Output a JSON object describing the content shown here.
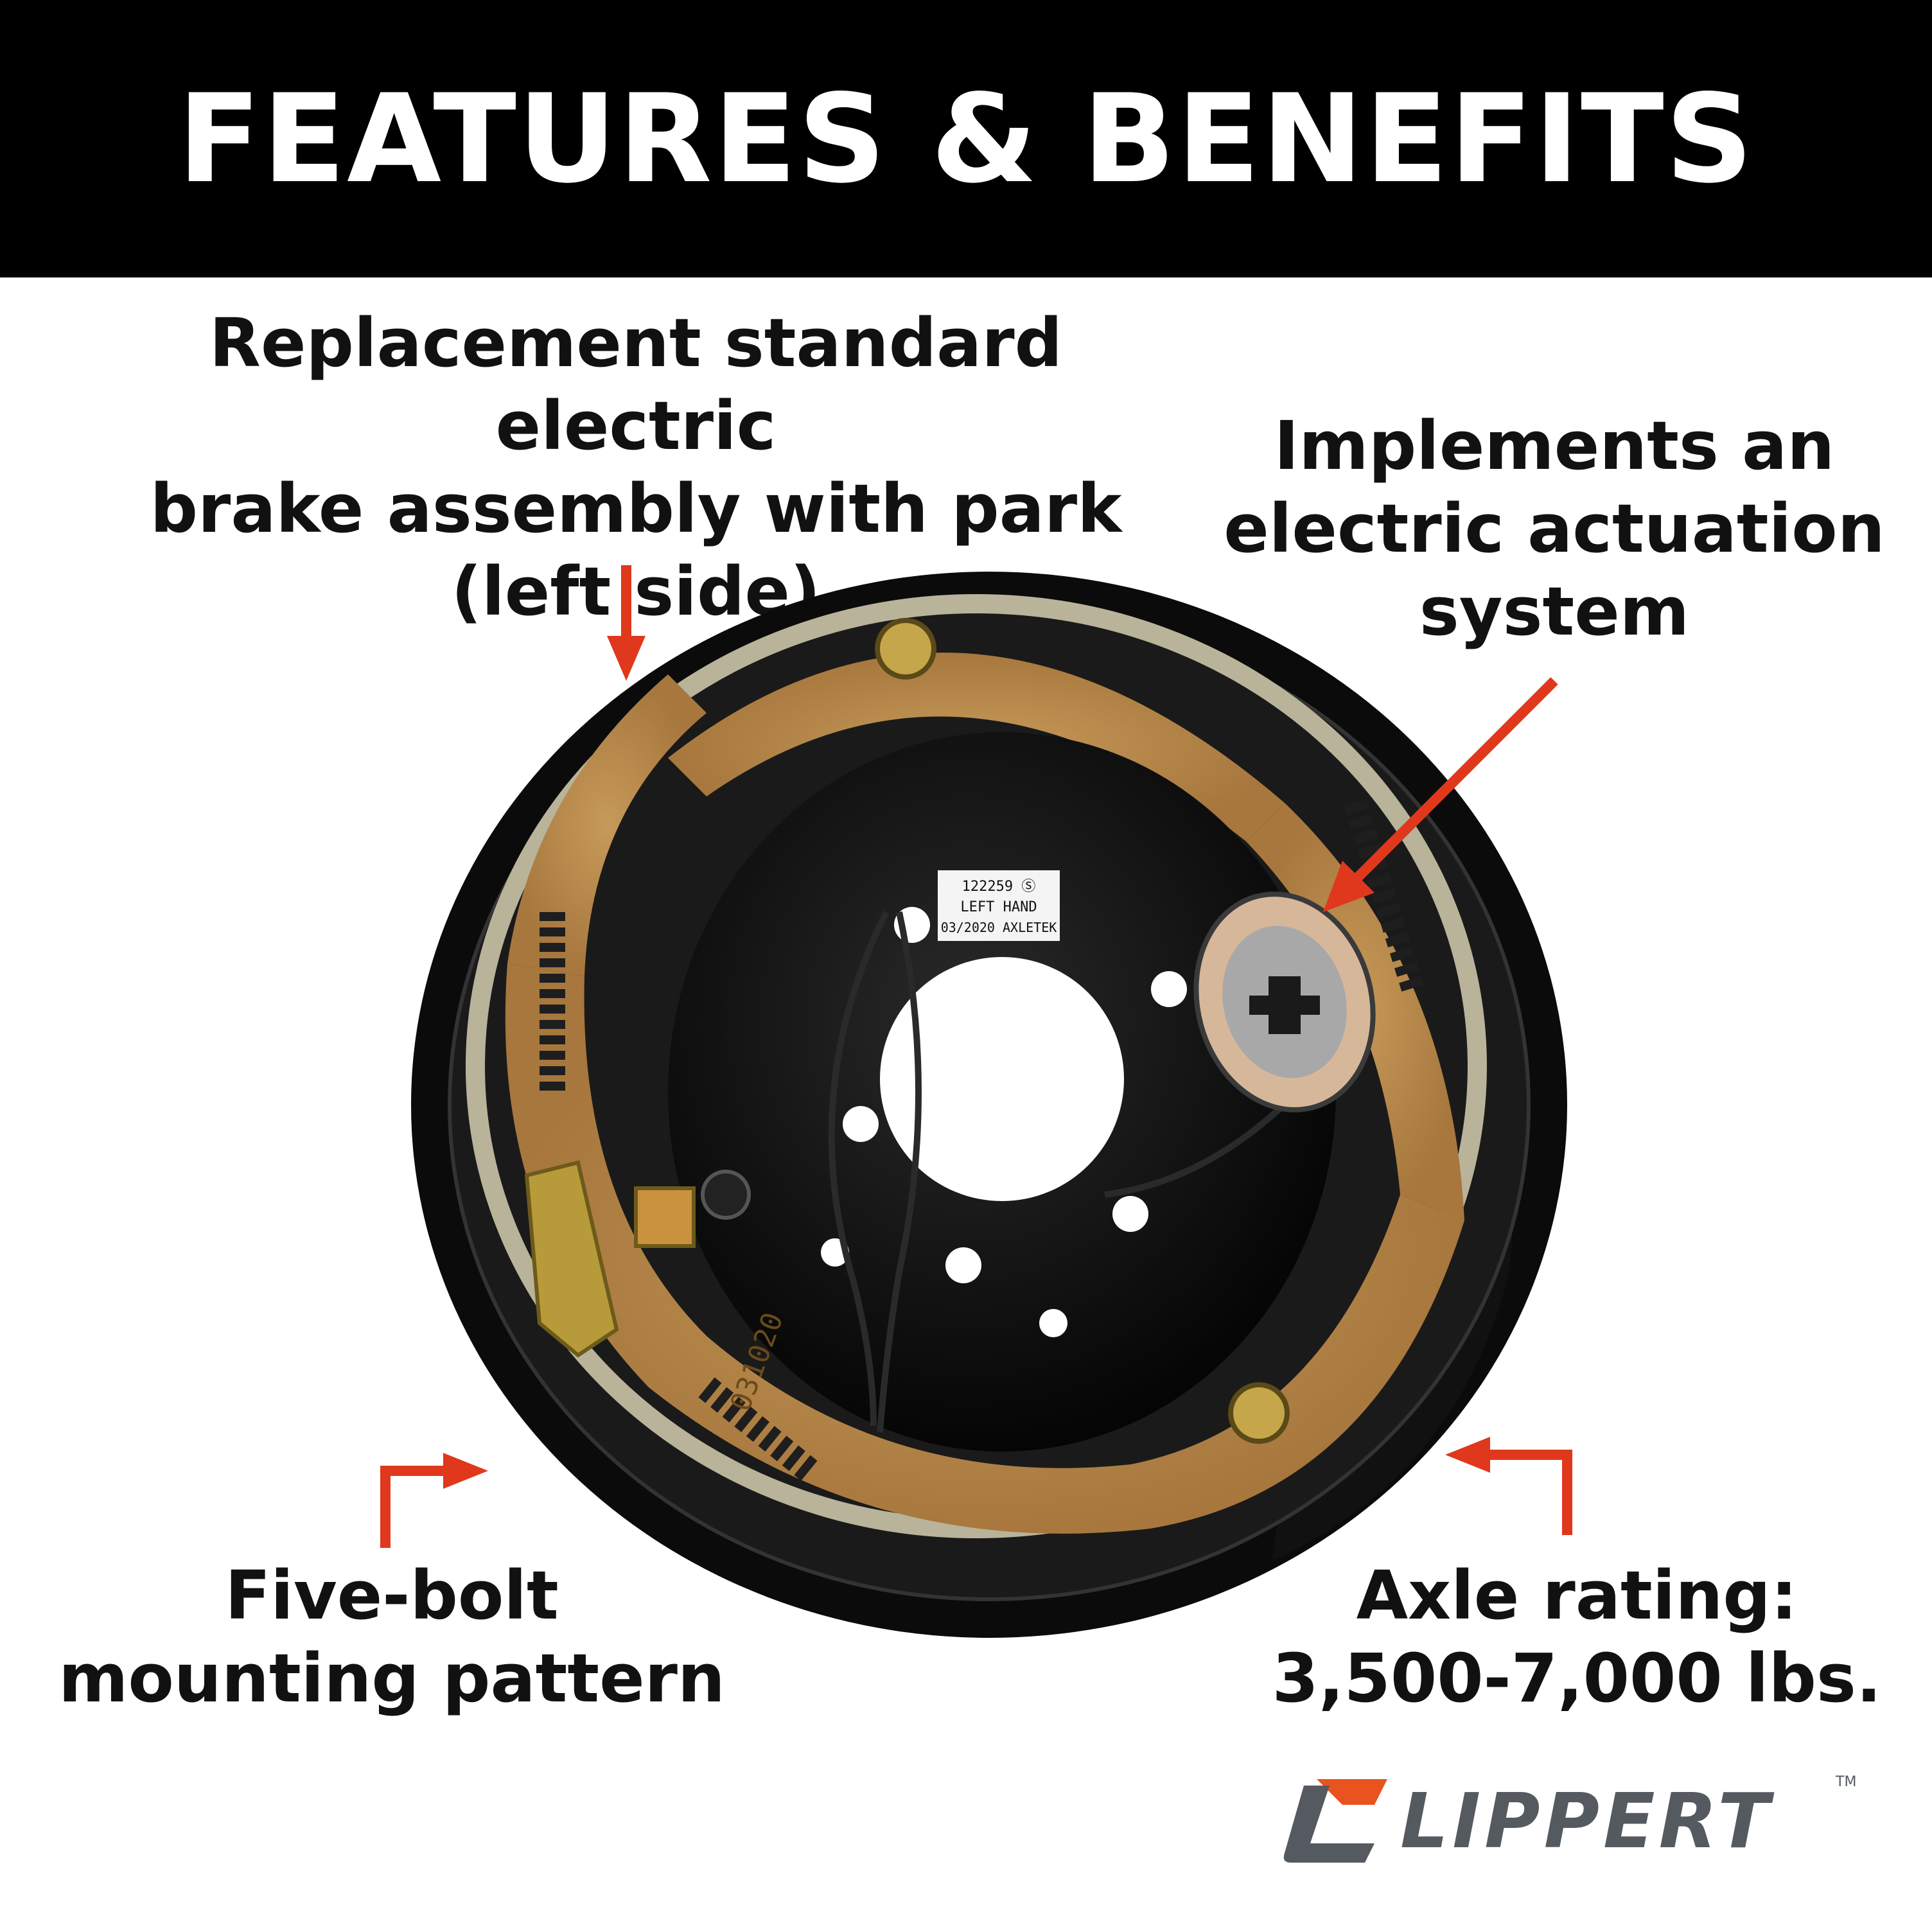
{
  "header": {
    "title": "FEATURES & BENEFITS"
  },
  "callouts": {
    "top_left": "Replacement standard electric\nbrake assembly with park\n(left side)",
    "top_right": "Implements an\nelectric actuation\nsystem",
    "bottom_left": "Five-bolt\nmounting pattern",
    "bottom_right": "Axle rating:\n3,500-7,000 lbs."
  },
  "product": {
    "label_lines": [
      "122259 Ⓢ",
      "LEFT HAND",
      "03/2020 AXLETEK"
    ],
    "shoe_stamp": "031020"
  },
  "logo": {
    "text": "LIPPERT",
    "tm": "TM"
  },
  "colors": {
    "accent_arrow": "#e0381d",
    "header_bg": "#000000",
    "logo_orange": "#e8531f",
    "logo_gray": "#555a60"
  }
}
